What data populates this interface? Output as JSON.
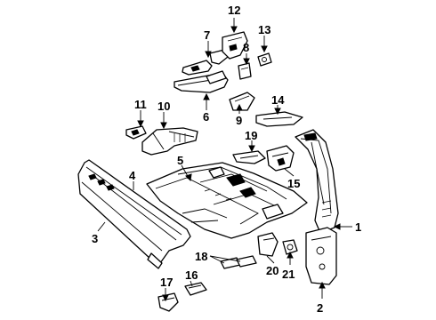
{
  "callouts": {
    "c1": "1",
    "c2": "2",
    "c3": "3",
    "c4": "4",
    "c5": "5",
    "c6": "6",
    "c7": "7",
    "c8": "8",
    "c9": "9",
    "c10": "10",
    "c11": "11",
    "c12": "12",
    "c13": "13",
    "c14": "14",
    "c15": "15",
    "c16": "16",
    "c17": "17",
    "c18": "18",
    "c19": "19",
    "c20": "20",
    "c21": "21"
  },
  "style": {
    "ink": "#000000",
    "paper": "#ffffff"
  }
}
